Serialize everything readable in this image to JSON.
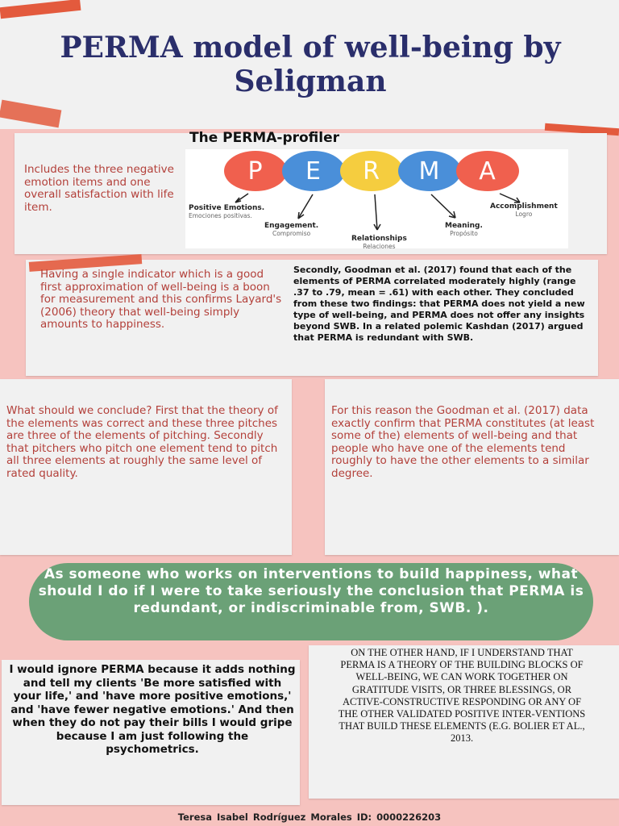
{
  "title": "PERMA model of well-being by Seligman",
  "profiler": {
    "title": "The PERMA-profiler",
    "intro": "Includes the three negative emotion items and one overall satisfaction with life item."
  },
  "perma_diagram": {
    "letters": [
      "P",
      "E",
      "R",
      "M",
      "A"
    ],
    "colors": [
      "#f0604e",
      "#4a8fd9",
      "#f5cd3f",
      "#4a8fd9",
      "#f0604e"
    ],
    "labels": [
      {
        "name": "Positive Emotions.",
        "sub": "Emociones positivas."
      },
      {
        "name": "Engagement.",
        "sub": "Compromiso"
      },
      {
        "name": "Relationships",
        "sub": "Relaciones"
      },
      {
        "name": "Meaning.",
        "sub": "Propósito"
      },
      {
        "name": "Accomplishment",
        "sub": "Logro"
      }
    ]
  },
  "section2": {
    "left": "Having a single indicator which is a good first approximation of well-being is a boon for measurement and this confirms Layard's (2006) theory that well-being simply amounts to happiness.",
    "right": "Secondly, Goodman et al. (2017) found that each of the elements of PERMA correlated moderately highly (range .37 to .79, mean = .61) with each other. They concluded from these two findings: that PERMA does not yield a new type of well-being, and PERMA does not offer any insights beyond SWB. In a related polemic Kashdan (2017) argued that PERMA is redundant with SWB."
  },
  "section3": {
    "left": "What should we conclude? First that the theory of the elements was correct and these three pitches are three of the elements of pitching. Secondly that pitchers who pitch one element tend to pitch all three elements at roughly the same level of rated quality.",
    "right": "For this reason the Goodman et al. (2017) data exactly confirm that PERMA constitutes (at least some of the) elements of well-being and that people who have one of the elements tend roughly to have the other elements to a similar degree."
  },
  "question": "As someone who works on interventions to build happiness, what should I do if I were to take seriously the conclusion that PERMA is redundant, or indiscriminable from, SWB. ).",
  "section4": {
    "left": "I would ignore PERMA because it adds nothing and tell my clients 'Be more satisfied with your life,' and 'have more positive emotions,' and 'have fewer negative emotions.' And then when they do not pay their bills I would gripe because I am just following the psychometrics.",
    "right": "On the other hand, if I understand that PERMA is a theory of the building blocks of well-being, we can work together on gratitude visits, or three blessings, or active-constructive responding or any of the other validated positive inter-ventions that build these elements (e.g. Bolier et al., 2013."
  },
  "footer": "Teresa Isabel Rodríguez Morales ID: 0000226203",
  "colors": {
    "background": "#f6c3bf",
    "title": "#2a2e6b",
    "body_red": "#b3403a",
    "pill": "#6ba177",
    "accent_brush": "#e35a3d"
  }
}
